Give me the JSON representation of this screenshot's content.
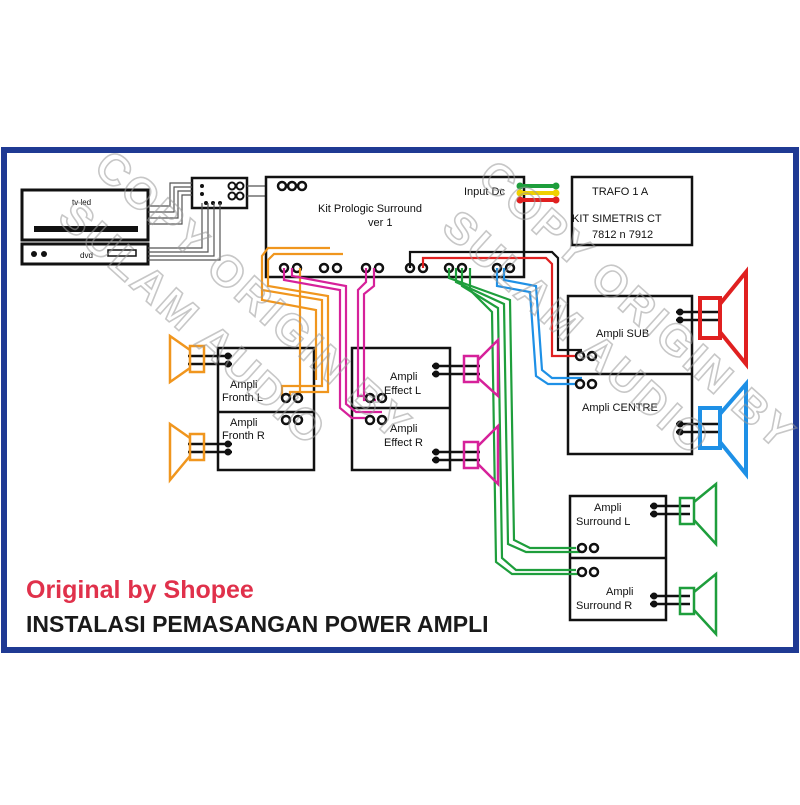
{
  "devices": {
    "tv_led": "tv led",
    "dvd": "dvd"
  },
  "kit": {
    "title": "Kit Prologic Surround",
    "subtitle": "ver 1",
    "input_dc": "Input Dc"
  },
  "trafo": {
    "title": "TRAFO 1 A",
    "line1": "KIT SIMETRIS CT",
    "line2": "7812 n 7912"
  },
  "amps": {
    "fronth_l": [
      "Ampli",
      "Fronth L"
    ],
    "fronth_r": [
      "Ampli",
      "Fronth R"
    ],
    "effect_l": [
      "Ampli",
      "Effect L"
    ],
    "effect_r": [
      "Ampli",
      "Effect R"
    ],
    "sub": "Ampli SUB",
    "centre": "Ampli CENTRE",
    "surround_l": [
      "Ampli",
      "Surround L"
    ],
    "surround_r": [
      "Ampli",
      "Surround R"
    ]
  },
  "watermark": {
    "line1": "COPY ORIGIN BY",
    "line2": "SULAM AUDIO"
  },
  "footer": {
    "brand": "Original by Shopee",
    "title": "INSTALASI PEMASANGAN POWER AMPLI"
  },
  "colors": {
    "border": "#1f3a93",
    "orange": "#f0961e",
    "magenta": "#d6219a",
    "green": "#1e9e3c",
    "blue": "#1e90e6",
    "red": "#e02020",
    "yellow": "#f0d000",
    "shopee_red": "#e0314b"
  }
}
